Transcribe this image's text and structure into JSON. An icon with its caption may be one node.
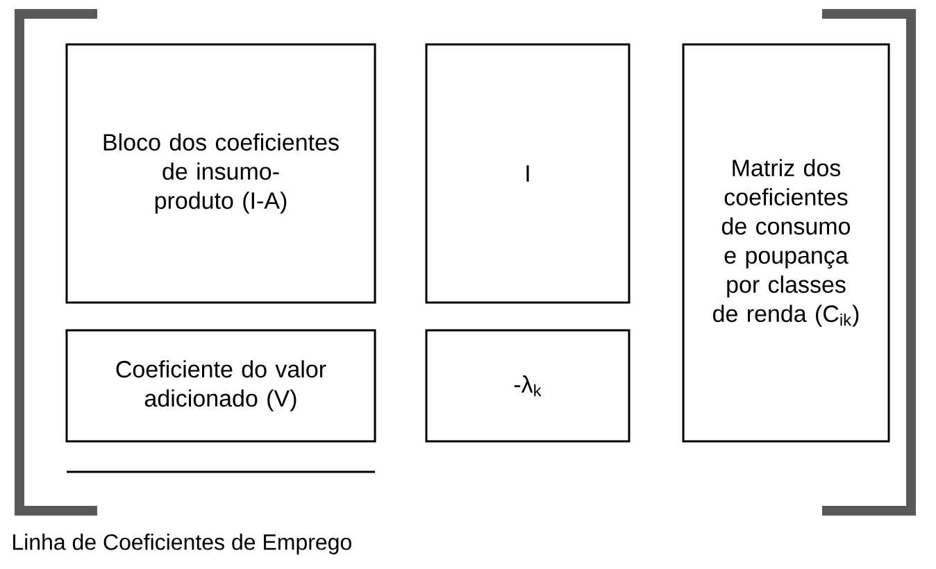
{
  "diagram": {
    "nodes": [
      {
        "text": [
          "Bloco dos coeficientes de insumo-produto (I-A)"
        ]
      },
      {
        "text": [
          "I"
        ]
      },
      {
        "text": [
          "Matriz dos coeficientes de consumo e poupança por classes de renda (C$_{ik}$)"
        ]
      },
      {
        "text": [
          "Coeficiente do valor adicionado (V)"
        ]
      },
      {
        "text": [
          "-λ$_{k}$"
        ]
      }
    ],
    "labels": [
      "Linha de Coeficientes de Emprego"
    ]
  }
}
